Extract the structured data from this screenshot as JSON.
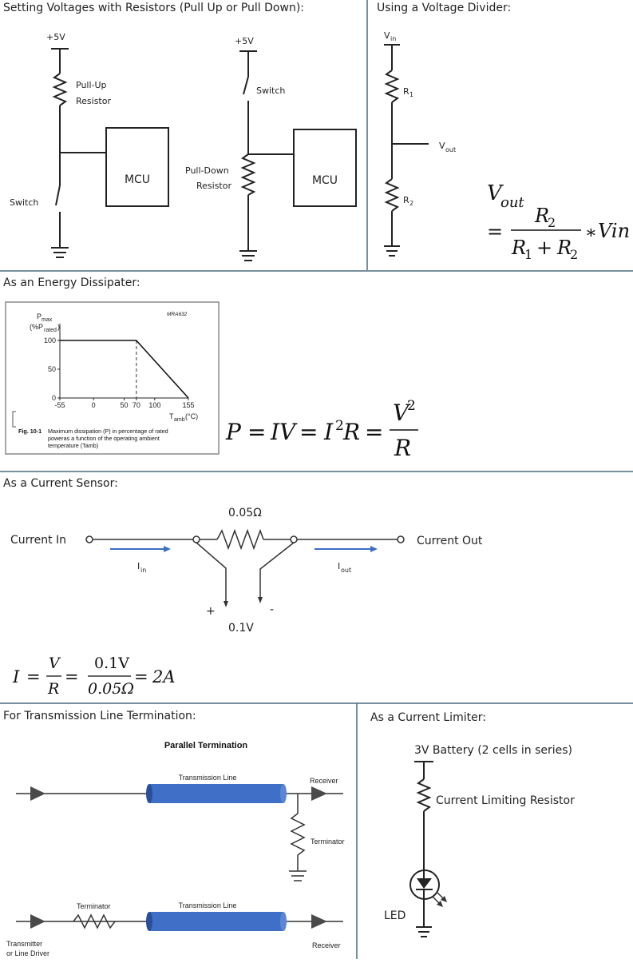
{
  "sections": {
    "pull": {
      "title": "Setting Voltages with Resistors (Pull Up or Pull Down):",
      "left": {
        "supply": "+5V",
        "resistor_label_1": "Pull-Up",
        "resistor_label_2": "Resistor",
        "switch_label": "Switch",
        "mcu_label": "MCU"
      },
      "right": {
        "supply": "+5V",
        "switch_label": "Switch",
        "resistor_label_1": "Pull-Down",
        "resistor_label_2": "Resistor",
        "mcu_label": "MCU"
      }
    },
    "divider": {
      "title": "Using a Voltage Divider:",
      "vin": "V",
      "vin_sub": "in",
      "r1": "R",
      "r1_sub": "1",
      "r2": "R",
      "r2_sub": "2",
      "vout": "V",
      "vout_sub": "out",
      "formula": {
        "lhs": "V",
        "lhs_sub": "out",
        "eq": "=",
        "num": "R",
        "num_sub": "2",
        "den_a": "R",
        "den_a_sub": "1",
        "den_plus": "+",
        "den_b": "R",
        "den_b_sub": "2",
        "times": "∗",
        "vin": "Vin"
      }
    },
    "energy": {
      "title": "As an Energy Dissipater:",
      "chart_data": {
        "type": "line",
        "code": "MRA632",
        "ylabel_main": "P",
        "ylabel_main_sub": "max",
        "ylabel_unit": "(%P",
        "ylabel_unit_sub": "rated",
        "ylabel_unit_end": ")",
        "xlabel": "T",
        "xlabel_sub": "amb",
        "xlabel_unit": " (°C)",
        "yticks": [
          "100",
          "50",
          "0"
        ],
        "xticks": [
          "-55",
          "0",
          "50",
          "70",
          "100",
          "155"
        ],
        "x": [
          -55,
          70,
          155
        ],
        "y": [
          100,
          100,
          0
        ],
        "marker_x": 70,
        "xlim": [
          -55,
          155
        ],
        "ylim": [
          0,
          100
        ]
      },
      "caption_ref": "Fig. 10-1",
      "caption_1": "Maximum dissipation (P) in percentage of rated",
      "caption_2": "poweras a function of the operating ambient",
      "caption_3": "temperature (Tamb)",
      "formula": {
        "p": "P",
        "eq": "=",
        "iv": "IV",
        "i": "I",
        "i_exp": "2",
        "r": "R",
        "v": "V",
        "v_exp": "2",
        "den": "R"
      }
    },
    "sensor": {
      "title": "As a Current Sensor:",
      "resistance": "0.05Ω",
      "current_in": "Current In",
      "current_out": "Current Out",
      "iin": "I",
      "iin_sub": "in",
      "iout": "I",
      "iout_sub": "out",
      "plus": "+",
      "minus": "-",
      "voltage": "0.1V",
      "formula": {
        "i": "I",
        "eq1": "=",
        "v": "V",
        "r": "R",
        "eq2": "=",
        "num": "0.1V",
        "den": "0.05Ω",
        "eq3": "=",
        "result": "2A"
      }
    },
    "transmission": {
      "title": "For Transmission Line Termination:",
      "diagram_title": "Parallel Termination",
      "line_label_top": "Transmission Line",
      "receiver_top": "Receiver",
      "terminator_right": "Terminator",
      "terminator_left": "Terminator",
      "line_label_bottom": "Transmission Line",
      "transmitter_1": "Transmitter",
      "transmitter_2": "or Line Driver",
      "receiver_bottom": "Receiver"
    },
    "limiter": {
      "title": "As a Current Limiter:",
      "battery": "3V Battery (2 cells in series)",
      "resistor": "Current Limiting Resistor",
      "led": "LED"
    }
  },
  "colors": {
    "divider": "#4a6b7c",
    "arrow_blue": "#3a6fc4",
    "cable_blue": "#3f6fc6",
    "cable_dark": "#2a4f96",
    "arrowhead": "#4a4a4a"
  }
}
